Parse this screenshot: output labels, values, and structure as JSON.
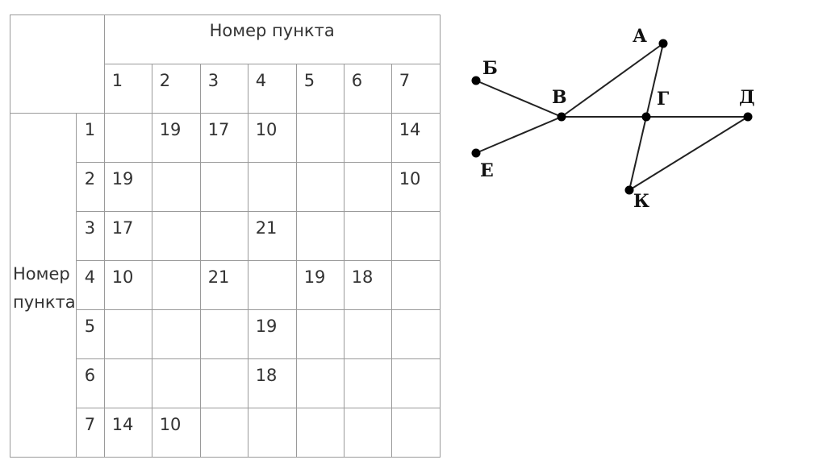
{
  "table": {
    "header_label": "Номер пункта",
    "row_header_line1": "Номер",
    "row_header_line2": "пункта",
    "columns": [
      "1",
      "2",
      "3",
      "4",
      "5",
      "6",
      "7"
    ],
    "rows": [
      {
        "label": "1",
        "cells": [
          "",
          "19",
          "17",
          "10",
          "",
          "",
          "14"
        ]
      },
      {
        "label": "2",
        "cells": [
          "19",
          "",
          "",
          "",
          "",
          "",
          "10"
        ]
      },
      {
        "label": "3",
        "cells": [
          "17",
          "",
          "",
          "21",
          "",
          "",
          ""
        ]
      },
      {
        "label": "4",
        "cells": [
          "10",
          "",
          "21",
          "",
          "19",
          "18",
          ""
        ]
      },
      {
        "label": "5",
        "cells": [
          "",
          "",
          "",
          "19",
          "",
          "",
          ""
        ]
      },
      {
        "label": "6",
        "cells": [
          "",
          "",
          "",
          "18",
          "",
          "",
          ""
        ]
      },
      {
        "label": "7",
        "cells": [
          "14",
          "10",
          "",
          "",
          "",
          "",
          ""
        ]
      }
    ]
  },
  "graph": {
    "nodes": [
      {
        "id": "A",
        "label": "А"
      },
      {
        "id": "B",
        "label": "Б"
      },
      {
        "id": "V",
        "label": "В"
      },
      {
        "id": "G",
        "label": "Г"
      },
      {
        "id": "D",
        "label": "Д"
      },
      {
        "id": "E",
        "label": "Е"
      },
      {
        "id": "K",
        "label": "К"
      }
    ],
    "edges": [
      [
        "B",
        "V"
      ],
      [
        "E",
        "V"
      ],
      [
        "V",
        "A"
      ],
      [
        "V",
        "G"
      ],
      [
        "A",
        "G"
      ],
      [
        "G",
        "D"
      ],
      [
        "G",
        "K"
      ],
      [
        "K",
        "D"
      ]
    ]
  }
}
